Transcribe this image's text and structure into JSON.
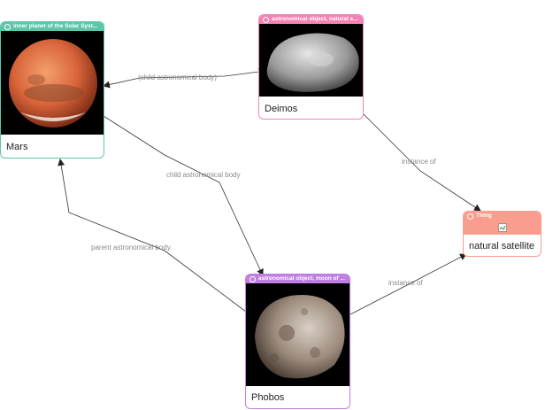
{
  "nodes": {
    "mars": {
      "type_label": "inner planet of the Solar Syst...",
      "label": "Mars",
      "color": "#5cc6ab"
    },
    "deimos": {
      "type_label": "astronomical object, natural s...",
      "label": "Deimos",
      "color": "#f283b4"
    },
    "phobos": {
      "type_label": "astronomical object, moon of ...",
      "label": "Phobos",
      "color": "#c07ee2"
    },
    "natural_satellite": {
      "type_label": "Thing",
      "label": "natural satellite",
      "color": "#f99d8f"
    }
  },
  "edges": {
    "deimos_mars": "(child astronomical body)",
    "mars_phobos": "child astronomical body",
    "phobos_mars": "parent astronomical body",
    "deimos_ns": "instance of",
    "phobos_ns": "instance of"
  }
}
